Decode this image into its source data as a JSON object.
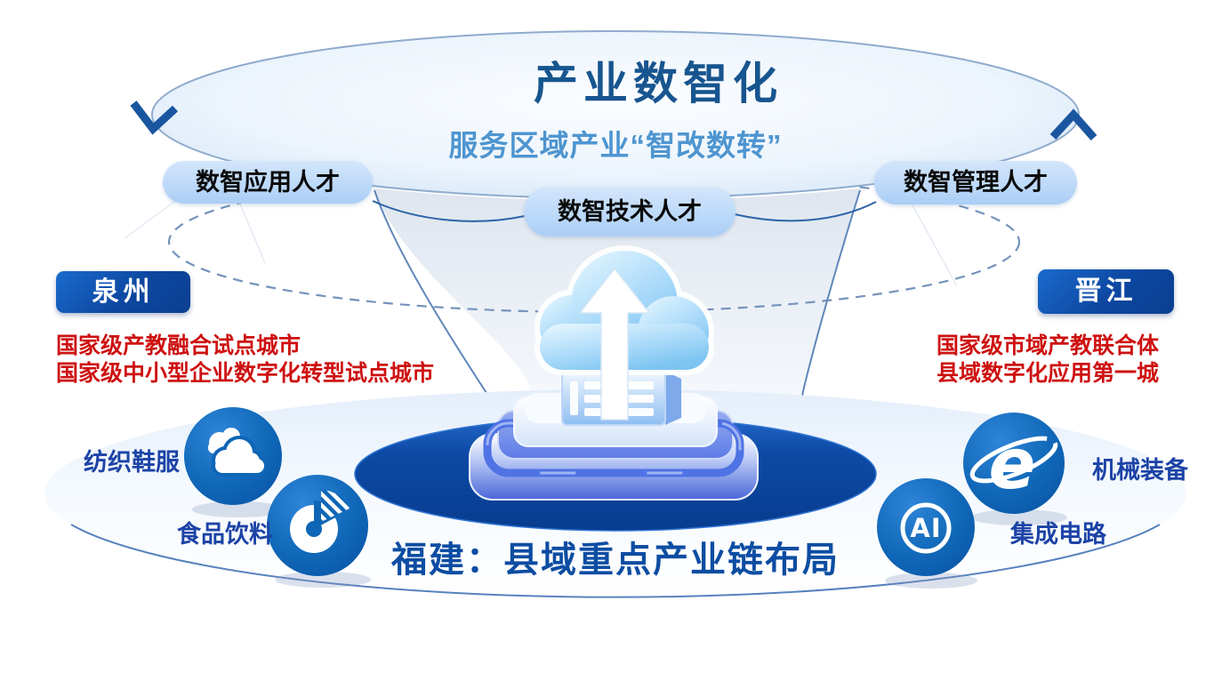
{
  "header": {
    "title": "产业数智化",
    "subtitle": "服务区域产业“智改数转”"
  },
  "talent_pills": [
    {
      "label": "数智应用人才"
    },
    {
      "label": "数智技术人才"
    },
    {
      "label": "数智管理人才"
    }
  ],
  "cities": {
    "left": {
      "name": "泉州",
      "honors": [
        "国家级产教融合试点城市",
        "国家级中小型企业数字化转型试点城市"
      ]
    },
    "right": {
      "name": "晋江",
      "honors": [
        "国家级市域产教联合体",
        "县域数字化应用第一城"
      ]
    }
  },
  "industries": [
    {
      "label": "纺织鞋服",
      "icon": "cloud-icon"
    },
    {
      "label": "食品饮料",
      "icon": "pie-chart-icon"
    },
    {
      "label": "机械装备",
      "icon": "e-browser-icon",
      "badge": "e"
    },
    {
      "label": "集成电路",
      "icon": "ai-chip-icon",
      "badge": "AI"
    }
  ],
  "footer": {
    "caption": "福建：县域重点产业链布局"
  },
  "colors": {
    "accent_blue": "#0F66B6",
    "dark_navy": "#0B4AA3",
    "red": "#CE1111",
    "pill_blue": "#BDDAF8",
    "title_blue": "#17558F",
    "subtitle_blue": "#4E95D0",
    "label_blue": "#1C43A6",
    "footer_blue": "#0C4DA2"
  }
}
